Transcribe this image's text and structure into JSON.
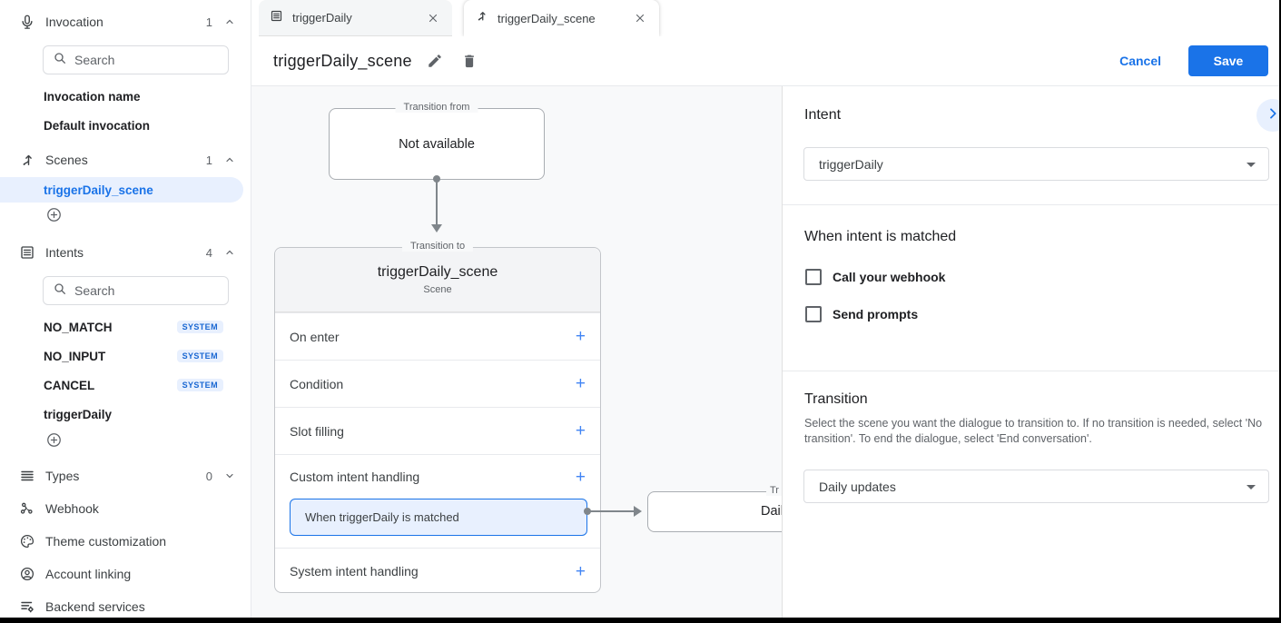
{
  "colors": {
    "accent": "#1a73e8",
    "accent_light": "#e8f0fe",
    "badge_text": "#1967d2",
    "text_primary": "#202124",
    "text_secondary": "#5f6368",
    "canvas_bg": "#f8f9fa",
    "connector": "#80868b"
  },
  "sidebar": {
    "invocation": {
      "label": "Invocation",
      "count": "1"
    },
    "invocation_search_placeholder": "Search",
    "invocation_items": [
      {
        "label": "Invocation name"
      },
      {
        "label": "Default invocation"
      }
    ],
    "scenes": {
      "label": "Scenes",
      "count": "1"
    },
    "scene_items": [
      {
        "label": "triggerDaily_scene"
      }
    ],
    "intents": {
      "label": "Intents",
      "count": "4"
    },
    "intents_search_placeholder": "Search",
    "intent_items": [
      {
        "label": "NO_MATCH",
        "badge": "SYSTEM"
      },
      {
        "label": "NO_INPUT",
        "badge": "SYSTEM"
      },
      {
        "label": "CANCEL",
        "badge": "SYSTEM"
      },
      {
        "label": "triggerDaily",
        "badge": ""
      }
    ],
    "types": {
      "label": "Types",
      "count": "0"
    },
    "webhook_label": "Webhook",
    "theme_label": "Theme customization",
    "account_label": "Account linking",
    "backend_label": "Backend services"
  },
  "tabs": [
    {
      "label": "triggerDaily"
    },
    {
      "label": "triggerDaily_scene"
    }
  ],
  "header": {
    "title": "triggerDaily_scene",
    "cancel_label": "Cancel",
    "save_label": "Save"
  },
  "canvas": {
    "transition_from": {
      "legend": "Transition from",
      "text": "Not available"
    },
    "scene_card": {
      "legend": "Transition to",
      "title": "triggerDaily_scene",
      "subtitle": "Scene",
      "add_symbol": "+",
      "rows": [
        {
          "label": "On enter"
        },
        {
          "label": "Condition"
        },
        {
          "label": "Slot filling"
        },
        {
          "label": "Custom intent handling"
        },
        {
          "label": "System intent handling"
        }
      ],
      "highlight": "When triggerDaily is matched"
    },
    "target": {
      "legend_clipped": "Tr",
      "text_clipped": "Dail"
    }
  },
  "panel": {
    "intent_heading": "Intent",
    "intent_value": "triggerDaily",
    "matched_heading": "When intent is matched",
    "webhook_checkbox": "Call your webhook",
    "prompts_checkbox": "Send prompts",
    "transition_heading": "Transition",
    "transition_description": "Select the scene you want the dialogue to transition to. If no transition is needed, select 'No transition'. To end the dialogue, select 'End conversation'.",
    "transition_value": "Daily updates"
  }
}
